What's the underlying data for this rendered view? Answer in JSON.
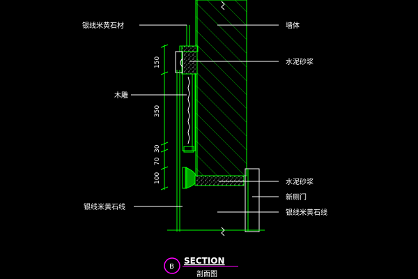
{
  "labels": {
    "top_left_stone": "银线米黄石材",
    "wall": "墙体",
    "cement_mortar_top": "水泥砂浆",
    "wood_strip": "木雕",
    "cement_mortar_bottom": "水泥砂浆",
    "new_door": "新厕门",
    "stone_line_right": "银线米黄石线",
    "stone_line_left": "银线米黄石线"
  },
  "dimensions": [
    "150",
    "350",
    "30",
    "70",
    "100"
  ],
  "title": {
    "marker": "B",
    "main": "SECTION",
    "sub": "剖面图"
  },
  "colors": {
    "line": "#00ff00",
    "wall": "#00cc00",
    "text": "#ffffff",
    "accent": "#ff00ff",
    "dim": "#00ff00"
  }
}
